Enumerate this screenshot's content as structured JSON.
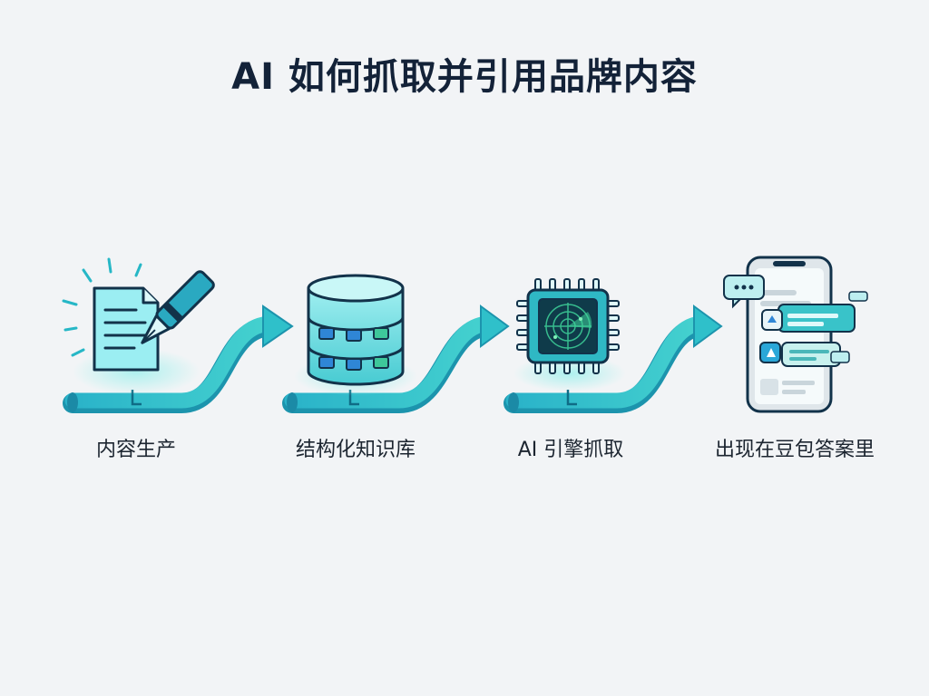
{
  "title": "AI 如何抓取并引用品牌内容",
  "steps": [
    {
      "label": "内容生产",
      "icon": "document-pen-icon"
    },
    {
      "label": "结构化知识库",
      "icon": "database-icon"
    },
    {
      "label": "AI 引擎抓取",
      "icon": "ai-chip-radar-icon"
    },
    {
      "label": "出现在豆包答案里",
      "icon": "smartphone-chat-icon"
    }
  ],
  "colors": {
    "teal": "#27b9c6",
    "teal_light": "#7fe0df",
    "navy": "#12324a",
    "background": "#f2f4f6"
  }
}
